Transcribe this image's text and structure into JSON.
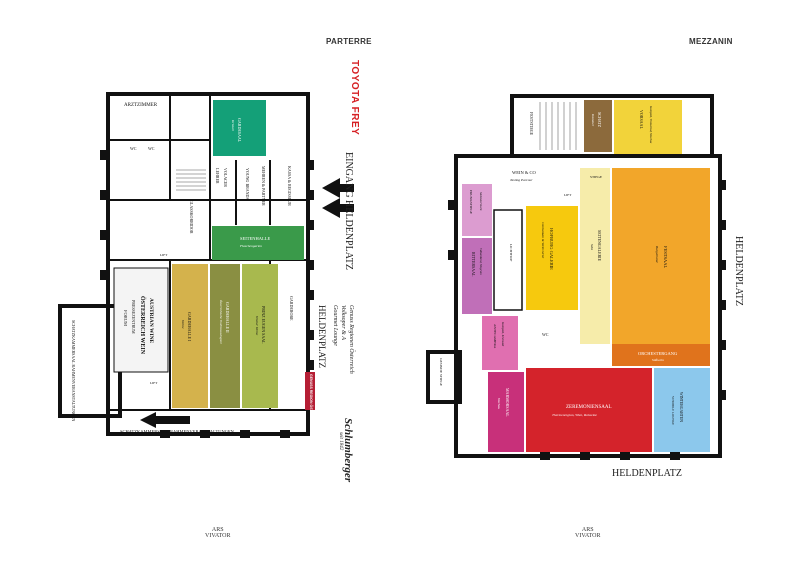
{
  "parterre": {
    "title": "PARTERRE",
    "brand": "TOYOTA FREY",
    "entrance": "EINGANG HELDENPLATZ",
    "heldenplatz_block": {
      "title": "HELDENPLATZ",
      "line1": "Gourmet Lounge",
      "line2": "Volksoper & A",
      "line3": "Genuss Regionen Österreich"
    },
    "schatzkammer_label": "SCHATZKAMMERSAAL RAHMENVERANSTALTUNGEN",
    "schatzkammer_side": "SCHATZKAMMERSAAL RAHMENVERANSTALTUNGEN",
    "genuss_badge": "GENUSS REGION ÖSTERREICH",
    "sponsor": "Schlumberger",
    "sponsor_sub": "seit 1842",
    "forum": {
      "title": "FORUM",
      "sub": "PRESSEZENTRUM",
      "brand_a": "ÖSTERREICH WEIN",
      "brand_b": "AUSTRIAN WINE"
    },
    "rooms": {
      "arztzimmer": "ARZTZIMMER",
      "gardesaal": "GARDESAAL",
      "gardesaal_sub": "Kristall",
      "lehrer": "LEHRER",
      "volacer": "VOLACER",
      "young_brands": "YOUNG BRANDS",
      "mehrer": "MEHREN & PARTNER",
      "kassa": "KASSA & REGISSEUR",
      "glasskorridor": "GLASSKORRIDOR",
      "saeulenhalle": "SEITENHALLE",
      "saeulenhalle_sub": "Flaschengarten",
      "garderobe_i": "GARDEHALLE I",
      "garderobe_i_sub": "Weine",
      "garderobe_ii": "GARDEHALLE II",
      "garderobe_ii_sub": "Österreichische Traditionsweingüter",
      "prinz_eugen": "PRINZ EUGEN SAAL",
      "prinz_eugen_sub": "Wiener Weine",
      "garderobe": "GARDEROBE",
      "wc": "WC",
      "lift": "LIFT"
    }
  },
  "mezzanin": {
    "title": "MEZZANIN",
    "bottom": "HELDENPLATZ",
    "side": "HELDENPLATZ",
    "rooms": {
      "feststiege": "FESTSTIEGE",
      "sc": "SCHATZ",
      "sc_sub": "Kammer",
      "vorsaal": "VORSAAL",
      "vorsaal_sub": "Kamptal, Traisental, Wachau",
      "wein_co": "WEIN & CO",
      "wein_co_sub": "Tasting Parcour",
      "stiege": "STIEGE",
      "lift": "LIFT",
      "prunkstiege": "PRUNKSTIEGE",
      "hofburg": "HOFBURG GALERIE",
      "hofburg_sub": "Carnuntum & Weinviertel",
      "seitengalerie": "SEITENGALERIE",
      "seitengalerie_sub": "Sekt",
      "festsaal": "FESTSAAL",
      "festsaal_sub": "Burgenland",
      "draken": "DRAKENSTEIN",
      "draken_sub": "Südsteiermark",
      "ritter": "RITTERSAAL",
      "ritter_sub": "Vulkanland, Wagram",
      "antecamera": "ANTECAMERA",
      "antecamera_sub": "Kamptal, Kremstal",
      "marmor": "MARMORSAAL",
      "marmor_sub": "Wachau",
      "zeremonien": "ZEREMONIENSAAL",
      "zeremonien_sub": "Thermenregion, Wien, Rotweine",
      "orchester": "ORCHESTERGANG",
      "orchester_sub": "Süßwein",
      "wintergarten": "WINTERGARTEN",
      "wintergarten_sub": "VINOBILE LOUNGE",
      "lichthof": "LICHTHOF",
      "gesinde": "GESINDE STIEGE",
      "wc": "WC"
    }
  },
  "footer": {
    "left_a": "ARS",
    "left_b": "VIVATOR",
    "right_a": "ARS",
    "right_b": "VIVATOR"
  },
  "colors": {
    "wall": "#111111",
    "teal": "#14a078",
    "green": "#3a9a4a",
    "olive": "#8a8f42",
    "olive_light": "#a8b94e",
    "mustard": "#d4b24c",
    "brown": "#8c6a3c",
    "yellow": "#f2d33a",
    "gold": "#f6c90e",
    "pale_yellow": "#f6ecaa",
    "orange": "#f2a62a",
    "dark_orange": "#e0731c",
    "pink": "#e06fb0",
    "violet": "#c06fb8",
    "lilac": "#dc9cd0",
    "magenta": "#c8307a",
    "red": "#d4232b",
    "sky": "#8cc8ec",
    "brand_red": "#d62024"
  }
}
